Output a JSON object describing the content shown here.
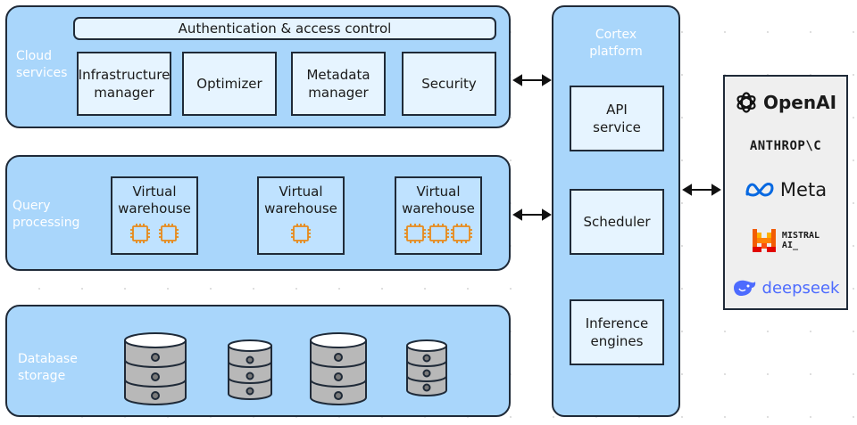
{
  "cloud_services": {
    "label_line1": "Cloud",
    "label_line2": "services",
    "auth_bar": "Authentication & access control",
    "components": [
      {
        "line1": "Infrastructure",
        "line2": "manager"
      },
      {
        "line1": "Optimizer",
        "line2": ""
      },
      {
        "line1": "Metadata",
        "line2": "manager"
      },
      {
        "line1": "Security",
        "line2": ""
      }
    ]
  },
  "query_processing": {
    "label_line1": "Query",
    "label_line2": "processing",
    "warehouses": [
      {
        "line1": "Virtual",
        "line2": "warehouse",
        "chips": 2
      },
      {
        "line1": "Virtual",
        "line2": "warehouse",
        "chips": 1
      },
      {
        "line1": "Virtual",
        "line2": "warehouse",
        "chips": 3
      }
    ]
  },
  "database_storage": {
    "label_line1": "Database",
    "label_line2": "storage"
  },
  "cortex": {
    "label_line1": "Cortex",
    "label_line2": "platform",
    "components": [
      {
        "line1": "API",
        "line2": "service"
      },
      {
        "line1": "Scheduler",
        "line2": ""
      },
      {
        "line1": "Inference",
        "line2": "engines"
      }
    ]
  },
  "llm_providers": [
    {
      "name": "OpenAI",
      "icon": "openai-logo-icon"
    },
    {
      "name": "ANTHROP\\C",
      "icon": ""
    },
    {
      "name": "Meta",
      "icon": "meta-logo-icon"
    },
    {
      "name_line1": "MISTRAL",
      "name_line2": "AI_",
      "icon": "mistral-logo-icon"
    },
    {
      "name": "deepseek",
      "icon": "deepseek-whale-icon"
    }
  ],
  "colors": {
    "panel_fill": "#a9d6fb",
    "box_fill": "#e6f4ff",
    "outline": "#1f2a38",
    "chip_orange": "#e8891a",
    "deepseek_blue": "#4d6bfe",
    "meta_blue": "#0668e1",
    "mistral_orange": "#f25c05"
  }
}
